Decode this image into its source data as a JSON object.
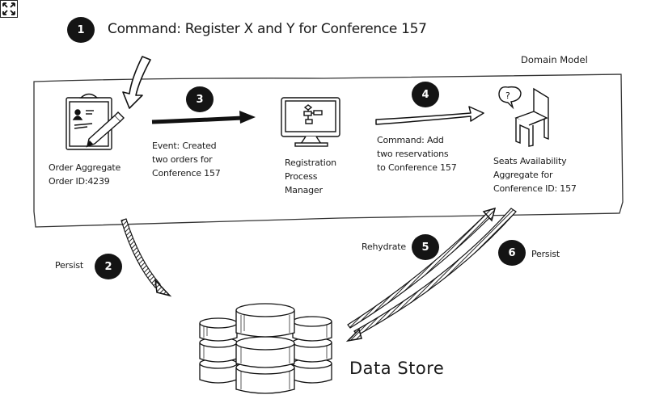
{
  "viewer": {
    "expand_button_icon": "expand-arrows-icon"
  },
  "diagram": {
    "frame_label": "Domain Model",
    "steps": [
      {
        "number": "1",
        "label": "Command: Register X and Y for Conference 157"
      },
      {
        "number": "2",
        "label": "Persist"
      },
      {
        "number": "3",
        "label_lines": [
          "Event: Created",
          "two orders for",
          "Conference 157"
        ]
      },
      {
        "number": "4",
        "label_lines": [
          "Command: Add",
          "two reservations",
          "to Conference 157"
        ]
      },
      {
        "number": "5",
        "label": "Rehydrate"
      },
      {
        "number": "6",
        "label": "Persist"
      }
    ],
    "nodes": {
      "order_aggregate": {
        "icon": "clipboard-pencil-icon",
        "lines": [
          "Order Aggregate",
          "Order ID:4239"
        ]
      },
      "process_manager": {
        "icon": "monitor-flowchart-icon",
        "lines": [
          "Registration",
          "Process",
          "Manager"
        ]
      },
      "seats_aggregate": {
        "icon": "chair-question-icon",
        "lines": [
          "Seats Availability",
          "Aggregate for",
          "Conference ID: 157"
        ]
      },
      "data_store": {
        "icon": "database-stack-icon",
        "label": "Data Store"
      }
    }
  }
}
